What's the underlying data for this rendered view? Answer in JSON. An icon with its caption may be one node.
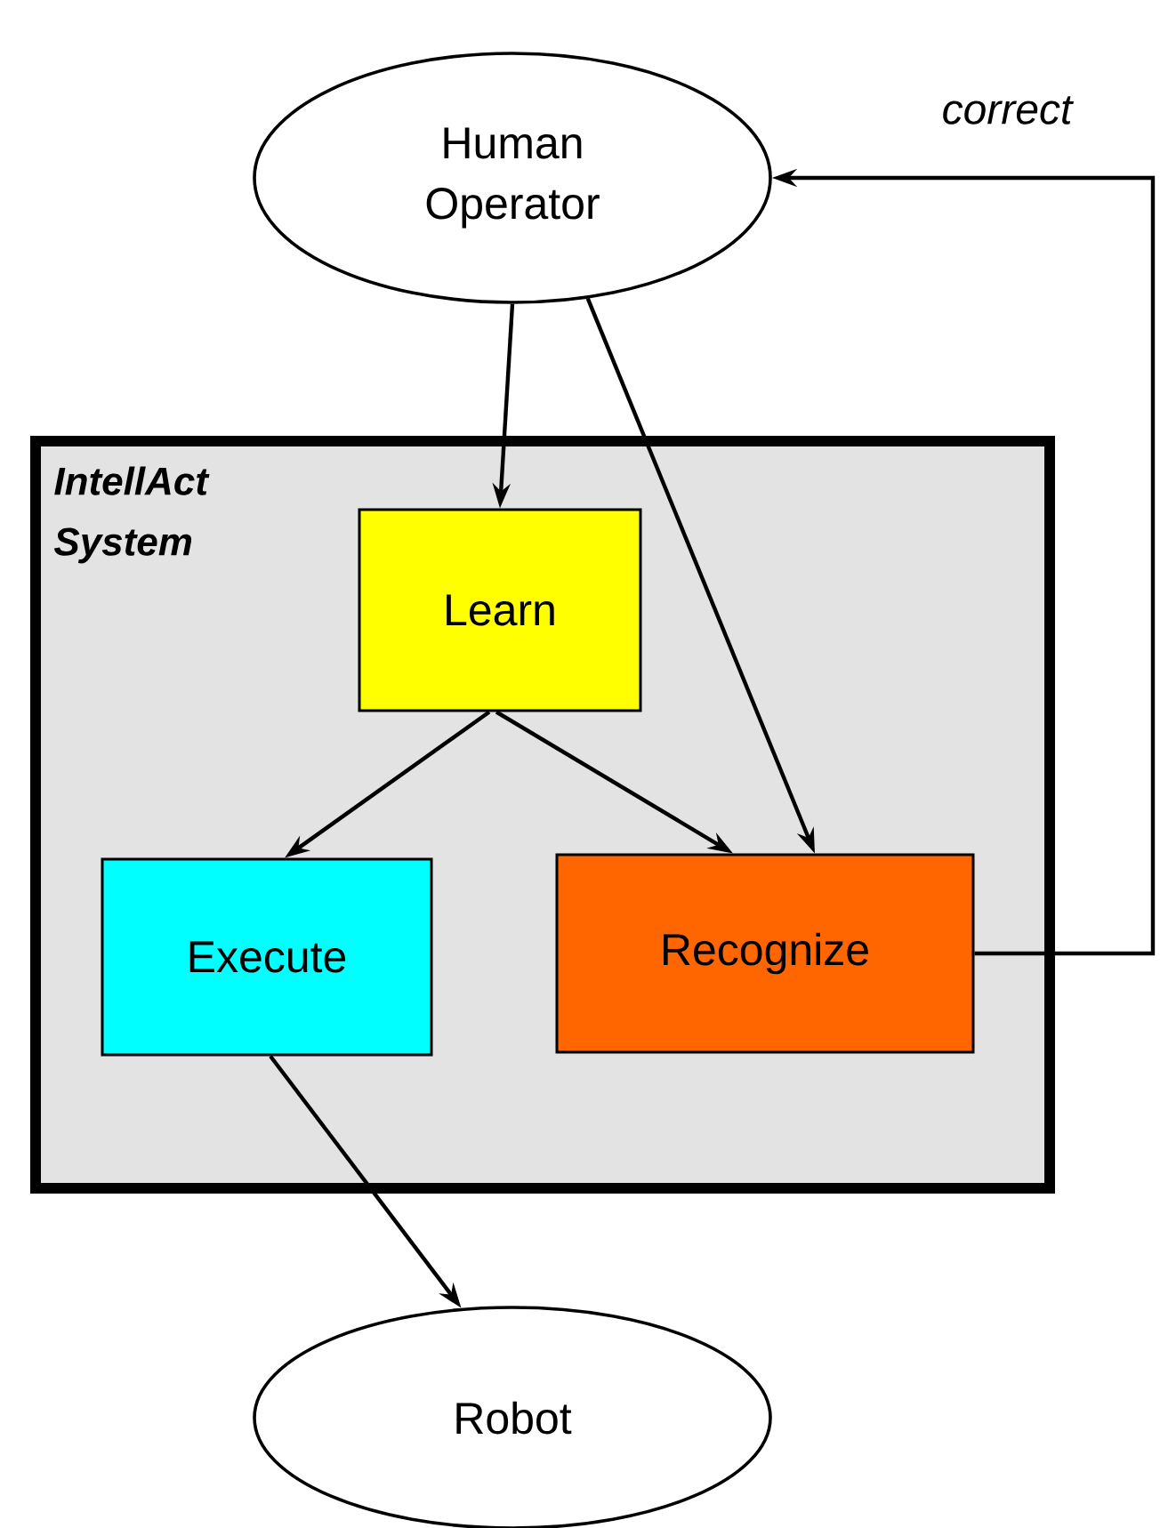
{
  "diagram": {
    "nodes": [
      {
        "text": [
          "Human Operator"
        ]
      },
      {
        "text": [
          "IntellAct System"
        ]
      },
      {
        "text": [
          "Learn"
        ],
        "in": 1
      },
      {
        "text": [
          "Execute"
        ],
        "in": 1
      },
      {
        "text": [
          "Recognize"
        ],
        "in": 1
      },
      {
        "text": [
          "Robot"
        ]
      }
    ],
    "edges": [
      {
        "from": 0,
        "to": 2,
        "arrow": "to"
      },
      {
        "from": 0,
        "to": 4,
        "arrow": "to"
      },
      {
        "from": 2,
        "to": 3,
        "arrow": "to"
      },
      {
        "from": 2,
        "to": 4,
        "arrow": "to"
      },
      {
        "from": 3,
        "to": 5,
        "arrow": "to"
      },
      {
        "from": 4,
        "to": 0,
        "arrow": "to",
        "label": "correct"
      }
    ]
  }
}
